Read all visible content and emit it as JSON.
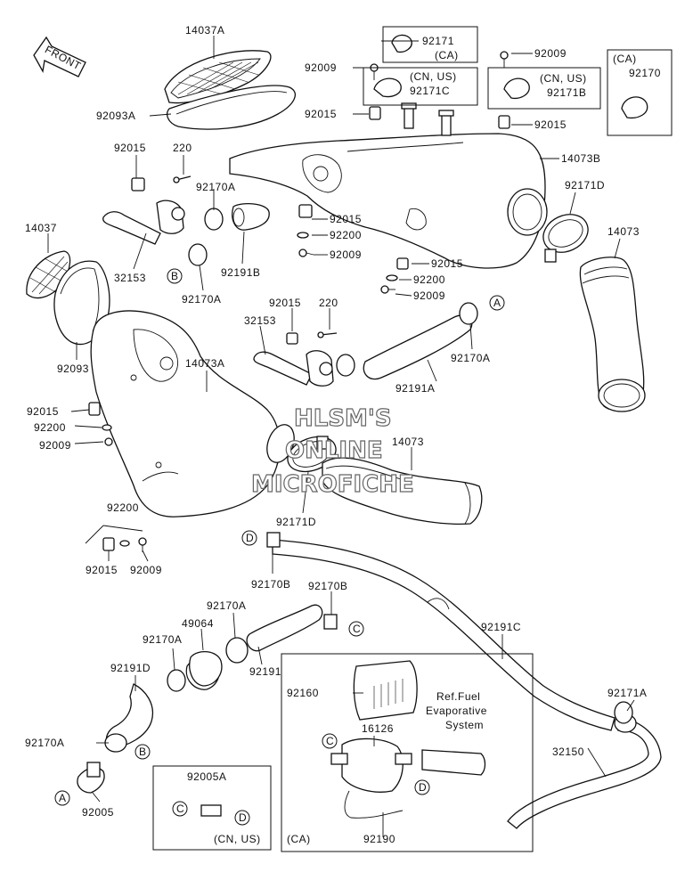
{
  "front_arrow": "FRONT",
  "watermark": [
    "HLSM'S",
    "ONLINE",
    "MICROFICHE"
  ],
  "labels": {
    "l14037A": "14037A",
    "l92093A": "92093A",
    "l92015a": "92015",
    "l220a": "220",
    "l92170Aa": "92170A",
    "l14037": "14037",
    "l32153a": "32153",
    "l92170Ab": "92170A",
    "l92191B": "92191B",
    "l92093": "92093",
    "l14073A": "14073A",
    "l92015b": "92015",
    "l92200a": "92200",
    "l92009a": "92009",
    "l92200b": "92200",
    "l92015c": "92015",
    "l92009b": "92009",
    "l92009c": "92009",
    "l92171": "92171",
    "lCA1": "(CA)",
    "lCNUS1": "(CN, US)",
    "l92171C": "92171C",
    "l92015d": "92015",
    "l92009d": "92009",
    "lCNUS2": "(CN, US)",
    "l92171B": "92171B",
    "l92015e": "92015",
    "lCA2": "(CA)",
    "l92170": "92170",
    "l14073B": "14073B",
    "l92171Da": "92171D",
    "l14073a": "14073",
    "l92015f": "92015",
    "l92200c": "92200",
    "l92009e": "92009",
    "l92015g": "92015",
    "l92200d": "92200",
    "l92009f": "92009",
    "l92015h": "92015",
    "l220b": "220",
    "l32153b": "32153",
    "l92170Ac": "92170A",
    "l92191A": "92191A",
    "l92171Db": "92171D",
    "l14073b": "14073",
    "l92170Ba": "92170B",
    "l92170Bb": "92170B",
    "l92170Ad": "92170A",
    "l49064": "49064",
    "l92170Ae": "92170A",
    "l92191D": "92191D",
    "l92191": "92191",
    "l92191C": "92191C",
    "l92171A": "92171A",
    "l92160": "92160",
    "lRef1": "Ref.Fuel",
    "lRef2": "Evaporative",
    "lRef3": "System",
    "l16126": "16126",
    "l32150": "32150",
    "l92170Af": "92170A",
    "l92005": "92005",
    "l92005A": "92005A",
    "lCNUS3": "(CN, US)",
    "lCA3": "(CA)",
    "l92190": "92190"
  },
  "refs": {
    "A": "A",
    "B": "B",
    "C": "C",
    "D": "D"
  }
}
